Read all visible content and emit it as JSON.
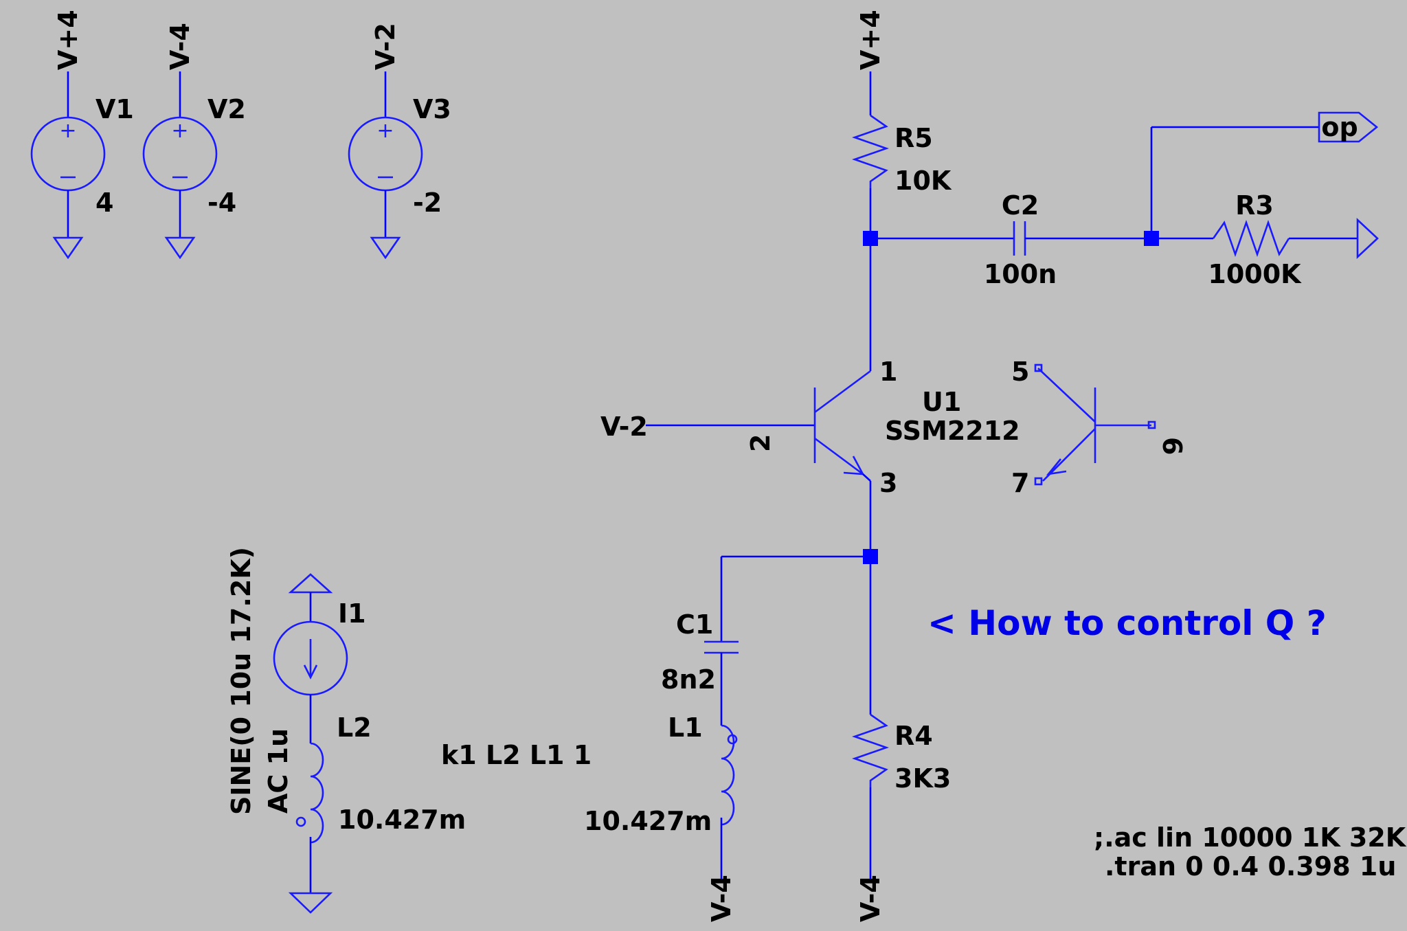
{
  "supplies": [
    {
      "node": "V+4",
      "name": "V1",
      "value": "4"
    },
    {
      "node": "V-4",
      "name": "V2",
      "value": "-4"
    },
    {
      "node": "V-2",
      "name": "V3",
      "value": "-2"
    }
  ],
  "resistors": {
    "r5": {
      "name": "R5",
      "value": "10K",
      "top_node": "V+4"
    },
    "r3": {
      "name": "R3",
      "value": "1000K"
    },
    "r4": {
      "name": "R4",
      "value": "3K3",
      "bottom_node": "V-4"
    }
  },
  "capacitors": {
    "c2": {
      "name": "C2",
      "value": "100n"
    },
    "c1": {
      "name": "C1",
      "value": "8n2"
    }
  },
  "inductors": {
    "l1": {
      "name": "L1",
      "value": "10.427m",
      "bottom_node": "V-4"
    },
    "l2": {
      "name": "L2",
      "value": "10.427m"
    }
  },
  "current_source": {
    "name": "I1",
    "spec_line1": "SINE(0 10u 17.2K)",
    "spec_line2": "AC 1u"
  },
  "transistor": {
    "name": "U1",
    "part": "SSM2212",
    "base_node": "V-2",
    "pins": {
      "collector": "1",
      "base": "2",
      "emitter": "3",
      "pin5": "5",
      "pin6": "6",
      "pin7": "7"
    }
  },
  "output_label": "op",
  "coupling": "k1 L2 L1 1",
  "directives": [
    ";.ac lin 10000 1K 32K",
    ".tran 0 0.4 0.398 1u"
  ],
  "comment": "<  How to control Q  ?",
  "colors": {
    "background": "#c0c0c0",
    "wire": "#0000ff",
    "text": "#000000",
    "comment": "#0000e6"
  }
}
